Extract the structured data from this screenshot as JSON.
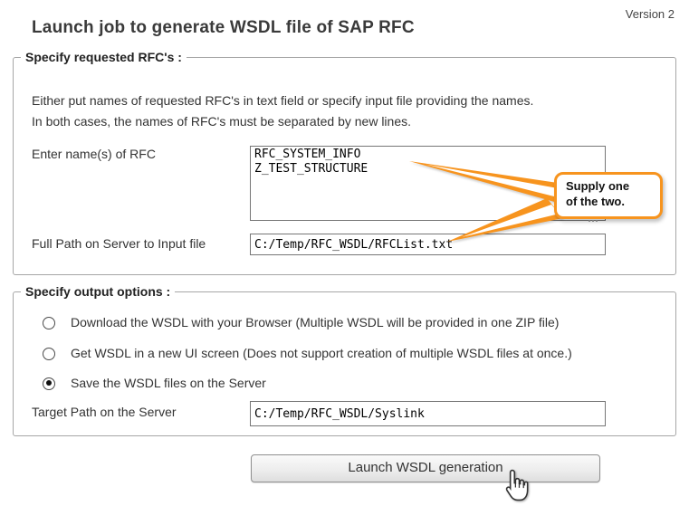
{
  "page": {
    "title": "Launch job to generate WSDL file of SAP RFC",
    "version_label": "Version 2"
  },
  "rfc_section": {
    "legend": "Specify requested RFC's :",
    "instruction_line1": "Either put names of requested RFC's in text field or specify input file providing the names.",
    "instruction_line2": "In both cases, the names of RFC's must be separated by new lines.",
    "rfc_names_label": "Enter name(s) of RFC",
    "rfc_names_value": "RFC_SYSTEM_INFO\nZ_TEST_STRUCTURE",
    "input_file_label": "Full Path on Server to Input file",
    "input_file_value": "C:/Temp/RFC_WSDL/RFCList.txt",
    "callout": {
      "line1": "Supply one",
      "line2": "of the two."
    }
  },
  "output_section": {
    "legend": "Specify output options :",
    "options": [
      {
        "label": "Download the WSDL with your Browser (Multiple WSDL will be provided in one ZIP file)",
        "selected": false
      },
      {
        "label": "Get WSDL in a new UI screen (Does not support creation of multiple WSDL files at once.)",
        "selected": false
      },
      {
        "label": "Save the WSDL files on the Server",
        "selected": true
      }
    ],
    "target_path_label": "Target Path on the Server",
    "target_path_value": "C:/Temp/RFC_WSDL/Syslink"
  },
  "actions": {
    "launch_button_label": "Launch WSDL generation"
  },
  "colors": {
    "callout_orange": "#F7941E",
    "field_border": "#767676",
    "fieldset_border": "#A6A6A6",
    "text": "#333333"
  }
}
